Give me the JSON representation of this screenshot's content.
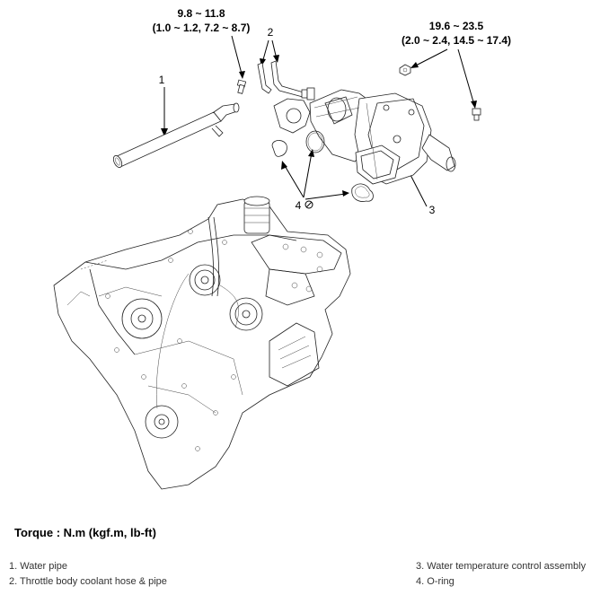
{
  "torque_labels": {
    "bolt_1": {
      "line1": "9.8 ~ 11.8",
      "line2": "(1.0 ~ 1.2, 7.2 ~ 8.7)"
    },
    "bolt_2": {
      "line1": "19.6 ~ 23.5",
      "line2": "(2.0 ~ 2.4, 14.5 ~ 17.4)"
    }
  },
  "callouts": {
    "c1": "1",
    "c2": "2",
    "c3": "3",
    "c4": "4"
  },
  "torque_title": "Torque : N.m (kgf.m, lb-ft)",
  "legend": {
    "item1": "1. Water pipe",
    "item2": "2. Throttle body coolant hose & pipe",
    "item3": "3. Water temperature control assembly",
    "item4": "4. O-ring"
  }
}
